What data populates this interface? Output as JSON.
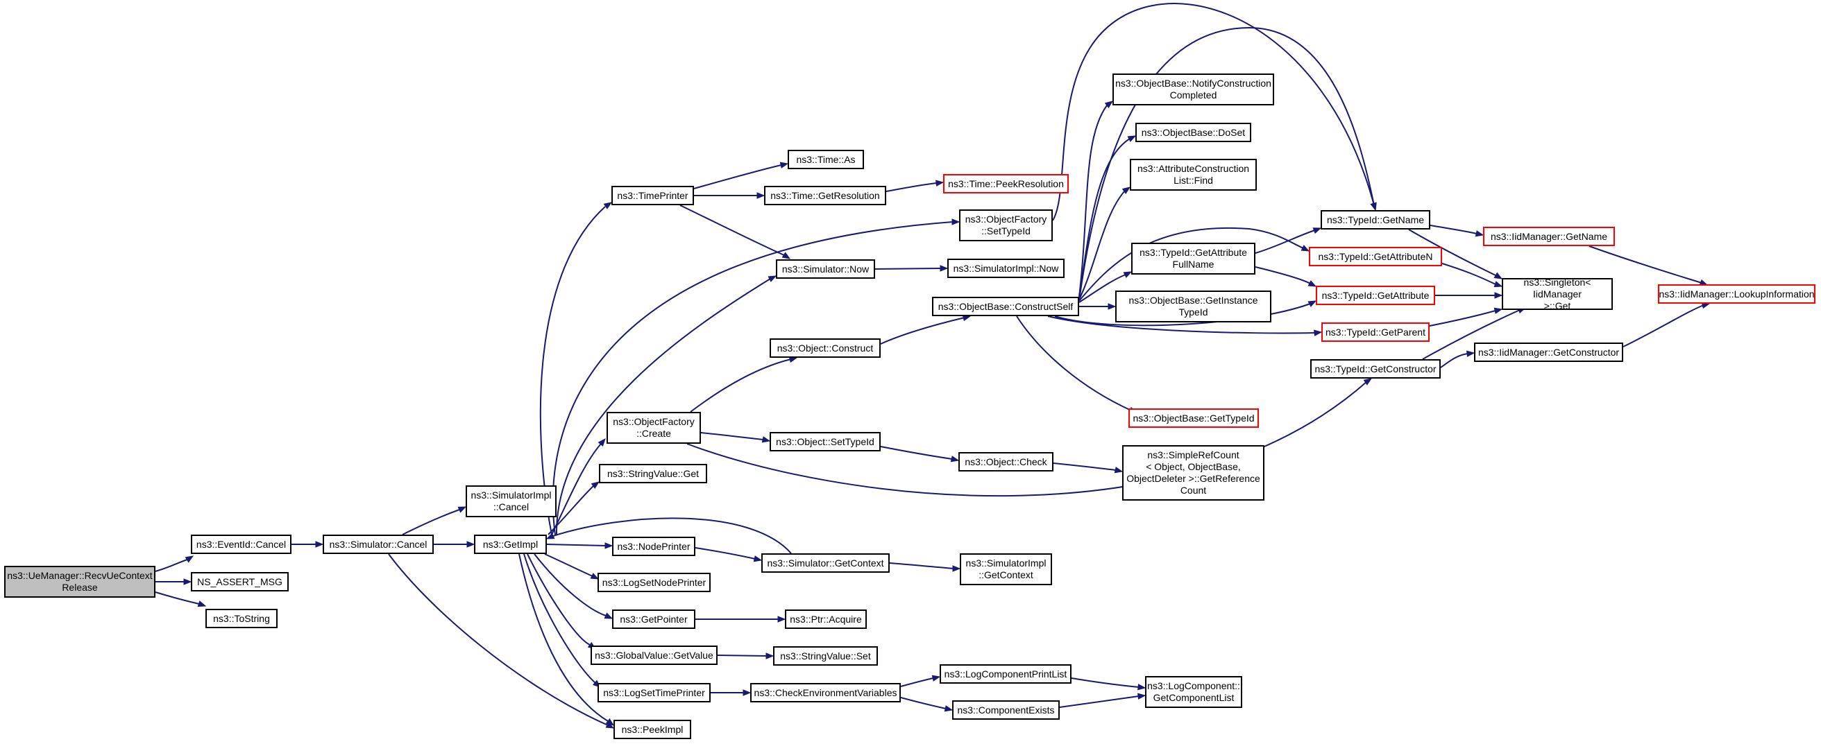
{
  "colors": {
    "edge": "#191970",
    "node_border": "#000000",
    "truncated_border": "#ff0000",
    "root_fill": "#bfbfbf"
  },
  "nodes": {
    "root": "ns3::UeManager::RecvUeContext\nRelease",
    "eventid_cancel": "ns3::EventId::Cancel",
    "ns_assert_msg": "NS_ASSERT_MSG",
    "tostring": "ns3::ToString",
    "simulatorimpl_cancel": "ns3::SimulatorImpl\n::Cancel",
    "simulator_cancel": "ns3::Simulator::Cancel",
    "getimpl": "ns3::GetImpl",
    "peekimpl": "ns3::PeekImpl",
    "timeprinter": "ns3::TimePrinter",
    "objectfactory_create": "ns3::ObjectFactory\n::Create",
    "stringvalue_get": "ns3::StringValue::Get",
    "nodeprinter": "ns3::NodePrinter",
    "logsetnodeprinter": "ns3::LogSetNodePrinter",
    "getpointer": "ns3::GetPointer",
    "globalvalue_getvalue": "ns3::GlobalValue::GetValue",
    "logsettimeprinter": "ns3::LogSetTimePrinter",
    "time_as": "ns3::Time::As",
    "time_getresolution": "ns3::Time::GetResolution",
    "simulator_now": "ns3::Simulator::Now",
    "object_construct": "ns3::Object::Construct",
    "object_settypeid": "ns3::Object::SetTypeId",
    "simulator_getcontext": "ns3::Simulator::GetContext",
    "ptr_acquire": "ns3::Ptr::Acquire",
    "stringvalue_set": "ns3::StringValue::Set",
    "checkenvironmentvariables": "ns3::CheckEnvironmentVariables",
    "time_peekresolution": "ns3::Time::PeekResolution",
    "objectfactory_settypeid": "ns3::ObjectFactory\n::SetTypeId",
    "simulatorimpl_now": "ns3::SimulatorImpl::Now",
    "objectbase_constructself": "ns3::ObjectBase::ConstructSelf",
    "object_check": "ns3::Object::Check",
    "simulatorimpl_getcontext": "ns3::SimulatorImpl\n::GetContext",
    "logcomponentprintlist": "ns3::LogComponentPrintList",
    "componentexists": "ns3::ComponentExists",
    "objectbase_notifyconstructioncompleted": "ns3::ObjectBase::NotifyConstruction\nCompleted",
    "objectbase_doset": "ns3::ObjectBase::DoSet",
    "attributeconstructionlist_find": "ns3::AttributeConstruction\nList::Find",
    "typeid_getattributefullname": "ns3::TypeId::GetAttribute\nFullName",
    "objectbase_getinstancetypeid": "ns3::ObjectBase::GetInstance\nTypeId",
    "objectbase_gettypeid": "ns3::ObjectBase::GetTypeId",
    "simplerefcount_getreferencecount": "ns3::SimpleRefCount\n< Object, ObjectBase,\n ObjectDeleter >::GetReference\nCount",
    "logcomponent_getcomponentlist": "ns3::LogComponent::\nGetComponentList",
    "typeid_getname": "ns3::TypeId::GetName",
    "typeid_getattributen": "ns3::TypeId::GetAttributeN",
    "typeid_getattribute": "ns3::TypeId::GetAttribute",
    "typeid_getparent": "ns3::TypeId::GetParent",
    "typeid_getconstructor": "ns3::TypeId::GetConstructor",
    "singleton_get": "ns3::Singleton< IidManager\n >::Get",
    "iidmanager_getname": "ns3::IidManager::GetName",
    "iidmanager_getconstructor": "ns3::IidManager::GetConstructor",
    "iidmanager_lookupinformation": "ns3::IidManager::LookupInformation"
  }
}
